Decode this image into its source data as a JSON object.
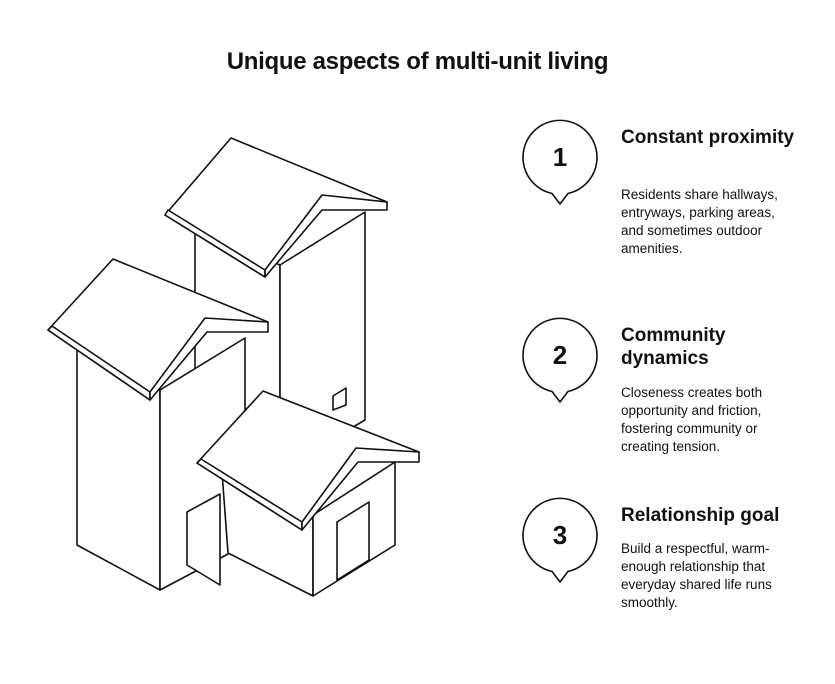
{
  "title": "Unique aspects of multi-unit living",
  "items": [
    {
      "number": "1",
      "title": "Constant proximity",
      "description": "Residents share hallways, entryways, parking areas, and sometimes outdoor amenities."
    },
    {
      "number": "2",
      "title": "Community dynamics",
      "description": "Closeness creates both opportunity and friction, fostering community or creating tension."
    },
    {
      "number": "3",
      "title": "Relationship goal",
      "description": "Build a respectful, warm-enough relationship that everyday shared life runs smoothly."
    }
  ],
  "colors": {
    "stroke": "#111111",
    "background": "#ffffff"
  },
  "icons": {
    "illustration": "houses-illustration",
    "marker": "map-pin-icon"
  }
}
